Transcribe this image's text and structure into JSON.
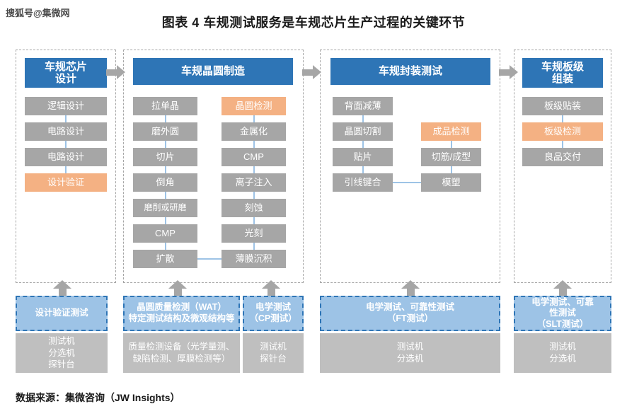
{
  "watermark": "搜狐号@集微网",
  "title": "图表 4 车规测试服务是车规芯片生产过程的关键环节",
  "source": "数据来源：集微咨询（JW Insights）",
  "colors": {
    "header_blue": "#2e75b6",
    "step_gray": "#a6a6a6",
    "test_orange": "#f4b183",
    "service_blue": "#9dc3e6",
    "equip_gray": "#bfbfbf",
    "connector_blue": "#9dc3e6",
    "dashed_border": "#a6a6a6"
  },
  "stages": [
    {
      "id": "design",
      "header": "车规芯片\n设计",
      "columns": [
        {
          "steps": [
            {
              "label": "逻辑设计",
              "type": "process"
            },
            {
              "label": "电路设计",
              "type": "process"
            },
            {
              "label": "电路设计",
              "type": "process"
            },
            {
              "label": "设计验证",
              "type": "test"
            }
          ]
        }
      ]
    },
    {
      "id": "wafer",
      "header": "车规晶圆制造",
      "columns": [
        {
          "steps": [
            {
              "label": "拉单晶",
              "type": "process"
            },
            {
              "label": "磨外圆",
              "type": "process"
            },
            {
              "label": "切片",
              "type": "process"
            },
            {
              "label": "倒角",
              "type": "process"
            },
            {
              "label": "磨削或研磨",
              "type": "process"
            },
            {
              "label": "CMP",
              "type": "process"
            },
            {
              "label": "扩散",
              "type": "process"
            }
          ]
        },
        {
          "steps": [
            {
              "label": "晶圆检测",
              "type": "test"
            },
            {
              "label": "金属化",
              "type": "process"
            },
            {
              "label": "CMP",
              "type": "process"
            },
            {
              "label": "离子注入",
              "type": "process"
            },
            {
              "label": "刻蚀",
              "type": "process"
            },
            {
              "label": "光刻",
              "type": "process"
            },
            {
              "label": "薄膜沉积",
              "type": "process"
            }
          ]
        }
      ]
    },
    {
      "id": "package",
      "header": "车规封装测试",
      "columns": [
        {
          "steps": [
            {
              "label": "背面减薄",
              "type": "process"
            },
            {
              "label": "晶圆切割",
              "type": "process"
            },
            {
              "label": "贴片",
              "type": "process"
            },
            {
              "label": "引线键合",
              "type": "process"
            }
          ]
        },
        {
          "steps": [
            {
              "label": "成品检测",
              "type": "test"
            },
            {
              "label": "切筋/成型",
              "type": "process"
            },
            {
              "label": "模塑",
              "type": "process"
            }
          ]
        }
      ]
    },
    {
      "id": "board",
      "header": "车规板级\n组装",
      "columns": [
        {
          "steps": [
            {
              "label": "板级贴装",
              "type": "process"
            },
            {
              "label": "板级检测",
              "type": "test"
            },
            {
              "label": "良品交付",
              "type": "process"
            }
          ]
        }
      ]
    }
  ],
  "services": [
    {
      "id": "design-verify",
      "service": "设计验证测试",
      "equipment": "测试机\n分选机\n探针台"
    },
    {
      "id": "wat",
      "service": "晶圆质量检测（WAT）\n特定测试结构及微观结构等",
      "equipment": "质量检测设备（光学量测、缺陷检测、厚膜检测等）"
    },
    {
      "id": "cp",
      "service": "电学测试\n（CP测试）",
      "equipment": "测试机\n探针台"
    },
    {
      "id": "ft",
      "service": "电学测试、可靠性测试\n（FT测试）",
      "equipment": "测试机\n分选机"
    },
    {
      "id": "slt",
      "service": "电学测试、可靠\n性测试\n（SLT测试）",
      "equipment": "测试机\n分选机"
    }
  ]
}
